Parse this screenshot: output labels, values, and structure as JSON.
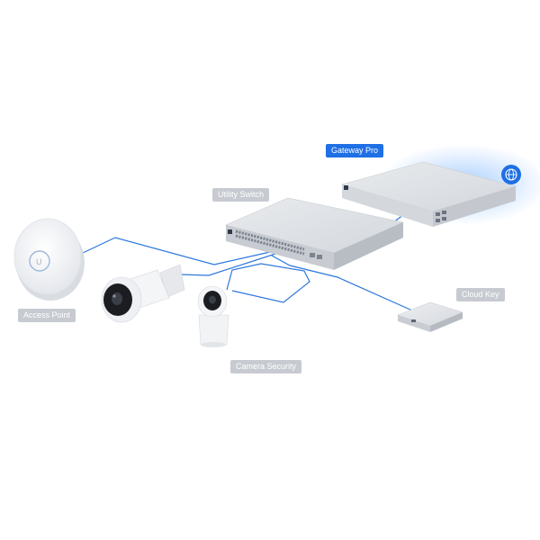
{
  "colors": {
    "link_line": "#2d78dd",
    "accent": "#1f6fe5",
    "label_bg": "#c7cbd1",
    "label_text": "#ffffff",
    "device_silver": "#dfe2e6",
    "internet_glow": "#8fc0ff"
  },
  "devices": {
    "gateway": {
      "label": "Gateway Pro",
      "icon": "ubiquiti-logo-icon"
    },
    "switch": {
      "label": "Utility Switch",
      "icon": "ubiquiti-logo-icon"
    },
    "access_point": {
      "label": "Access Point",
      "icon": "ubiquiti-logo-icon"
    },
    "cameras": {
      "label": "Camera Security"
    },
    "cloud_key": {
      "label": "Cloud Key"
    }
  },
  "internet": {
    "icon": "globe-icon"
  }
}
